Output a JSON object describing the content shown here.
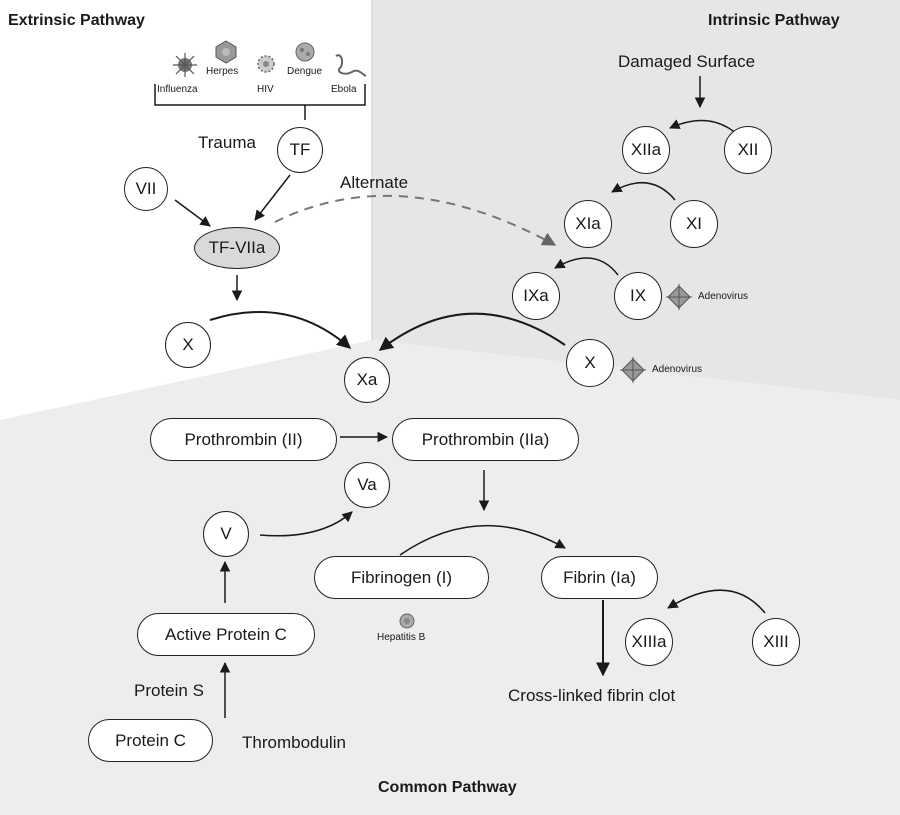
{
  "titles": {
    "extrinsic": "Extrinsic Pathway",
    "intrinsic": "Intrinsic Pathway",
    "common": "Common Pathway"
  },
  "viruses": {
    "influenza": "Influenza",
    "herpes": "Herpes",
    "hiv": "HIV",
    "dengue": "Dengue",
    "ebola": "Ebola",
    "adenovirus_ix": "Adenovirus",
    "adenovirus_x": "Adenovirus",
    "hepatitis_b": "Hepatitis B"
  },
  "labels": {
    "trauma": "Trauma",
    "alternate": "Alternate",
    "damaged_surface": "Damaged Surface",
    "protein_s": "Protein S",
    "thrombodulin": "Thrombodulin",
    "clot": "Cross-linked fibrin clot"
  },
  "nodes": {
    "tf": "TF",
    "vii": "VII",
    "tf_viia": "TF-VIIa",
    "x_ext": "X",
    "xii": "XII",
    "xiia": "XIIa",
    "xi": "XI",
    "xia": "XIa",
    "ix": "IX",
    "ixa": "IXa",
    "x_int": "X",
    "xa": "Xa",
    "prothrombin_ii": "Prothrombin (II)",
    "prothrombin_iia": "Prothrombin (IIa)",
    "va": "Va",
    "v": "V",
    "fibrinogen": "Fibrinogen (I)",
    "fibrin": "Fibrin (Ia)",
    "xiiia": "XIIIa",
    "xiii": "XIII",
    "active_protein_c": "Active Protein C",
    "protein_c": "Protein C"
  },
  "colors": {
    "intrinsic_bg": "#e6e6e6",
    "common_bg": "#ededed",
    "extrinsic_bg": "#ffffff",
    "line": "#1a1a1a",
    "dashed": "#777777"
  }
}
